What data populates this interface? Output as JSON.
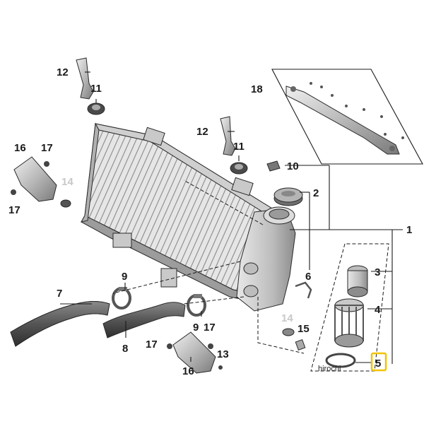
{
  "labels": {
    "l1": "1",
    "l2": "2",
    "l3": "3",
    "l4": "4",
    "l5": "5",
    "l6": "6",
    "l7": "7",
    "l8": "8",
    "l9a": "9",
    "l9b": "9",
    "l10": "10",
    "l11a": "11",
    "l11b": "11",
    "l12a": "12",
    "l12b": "12",
    "l13": "13",
    "l14a": "14",
    "l14b": "14",
    "l15": "15",
    "l16a": "16",
    "l16b": "16",
    "l17a": "17",
    "l17b": "17",
    "l17c": "17",
    "l17d": "17",
    "l18": "18"
  },
  "watermark": "hirochi",
  "colors": {
    "highlight": "#f2c200",
    "line": "#1a1a1a",
    "part_dark": "#4a4a4a",
    "part_mid": "#9a9a9a",
    "part_light": "#d8d8d8",
    "ghost_label": "#c8c8c8"
  }
}
